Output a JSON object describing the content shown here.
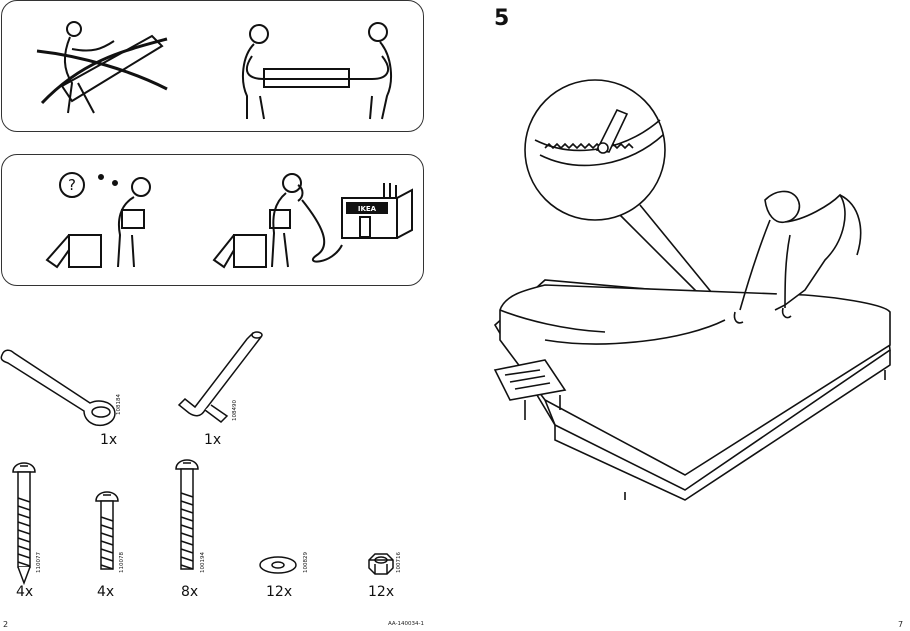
{
  "left_page": {
    "page_number": "2",
    "warning_panel": {
      "icons": [
        "crossed-out-single-person-carrying-icon",
        "two-people-carrying-icon"
      ]
    },
    "help_panel": {
      "question_mark": "?",
      "store_sign": "IKEA",
      "icons": [
        "confused-person-with-instructions-icon",
        "person-phoning-store-icon"
      ]
    },
    "parts": [
      {
        "name": "wrench",
        "code": "108184",
        "quantity": "1x"
      },
      {
        "name": "allen-key",
        "code": "108490",
        "quantity": "1x"
      },
      {
        "name": "long-bolt",
        "code": "110077",
        "quantity": "4x"
      },
      {
        "name": "short-bolt",
        "code": "110078",
        "quantity": "4x"
      },
      {
        "name": "medium-bolt",
        "code": "100194",
        "quantity": "8x"
      },
      {
        "name": "washer",
        "code": "100829",
        "quantity": "12x"
      },
      {
        "name": "nut",
        "code": "100716",
        "quantity": "12x"
      }
    ],
    "document_number": "AA-140034-1"
  },
  "right_page": {
    "page_number": "7",
    "step_number": "5",
    "illustration": "person-zipping-mattress-cover-icon"
  }
}
